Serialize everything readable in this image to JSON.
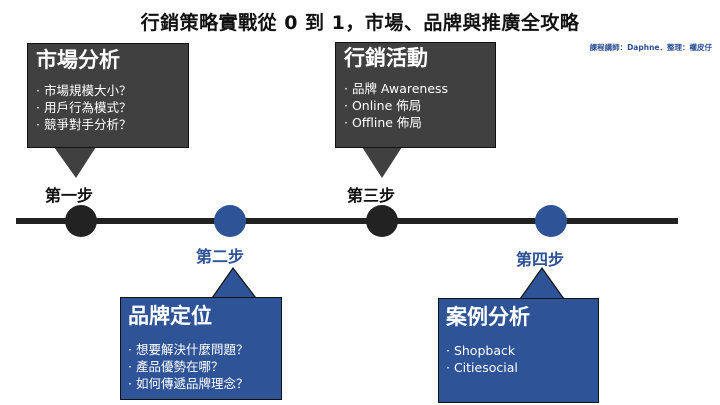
{
  "title": "行銷策略實戰從 0 到 1，市場、品牌與推廣全攻略",
  "credit": "課程講師：Daphne．整理：權皮仔",
  "colors": {
    "dark": "#404040",
    "blue": "#2e5396",
    "line": "#222222"
  },
  "steps": [
    {
      "label": "第一步",
      "heading": "市場分析",
      "items": [
        "市場規模大小？",
        "用戶行為模式？",
        "競爭對手分析？"
      ],
      "style": "dark"
    },
    {
      "label": "第二步",
      "heading": "品牌定位",
      "items": [
        "想要解決什麼問題？",
        "產品優勢在哪？",
        "如何傳遞品牌理念？"
      ],
      "style": "blue"
    },
    {
      "label": "第三步",
      "heading": "行銷活動",
      "items": [
        "品牌 Awareness",
        "Online 佈局",
        "Offline 佈局"
      ],
      "style": "dark"
    },
    {
      "label": "第四步",
      "heading": "案例分析",
      "items": [
        "Shopback",
        "Citiesocial"
      ],
      "style": "blue"
    }
  ]
}
